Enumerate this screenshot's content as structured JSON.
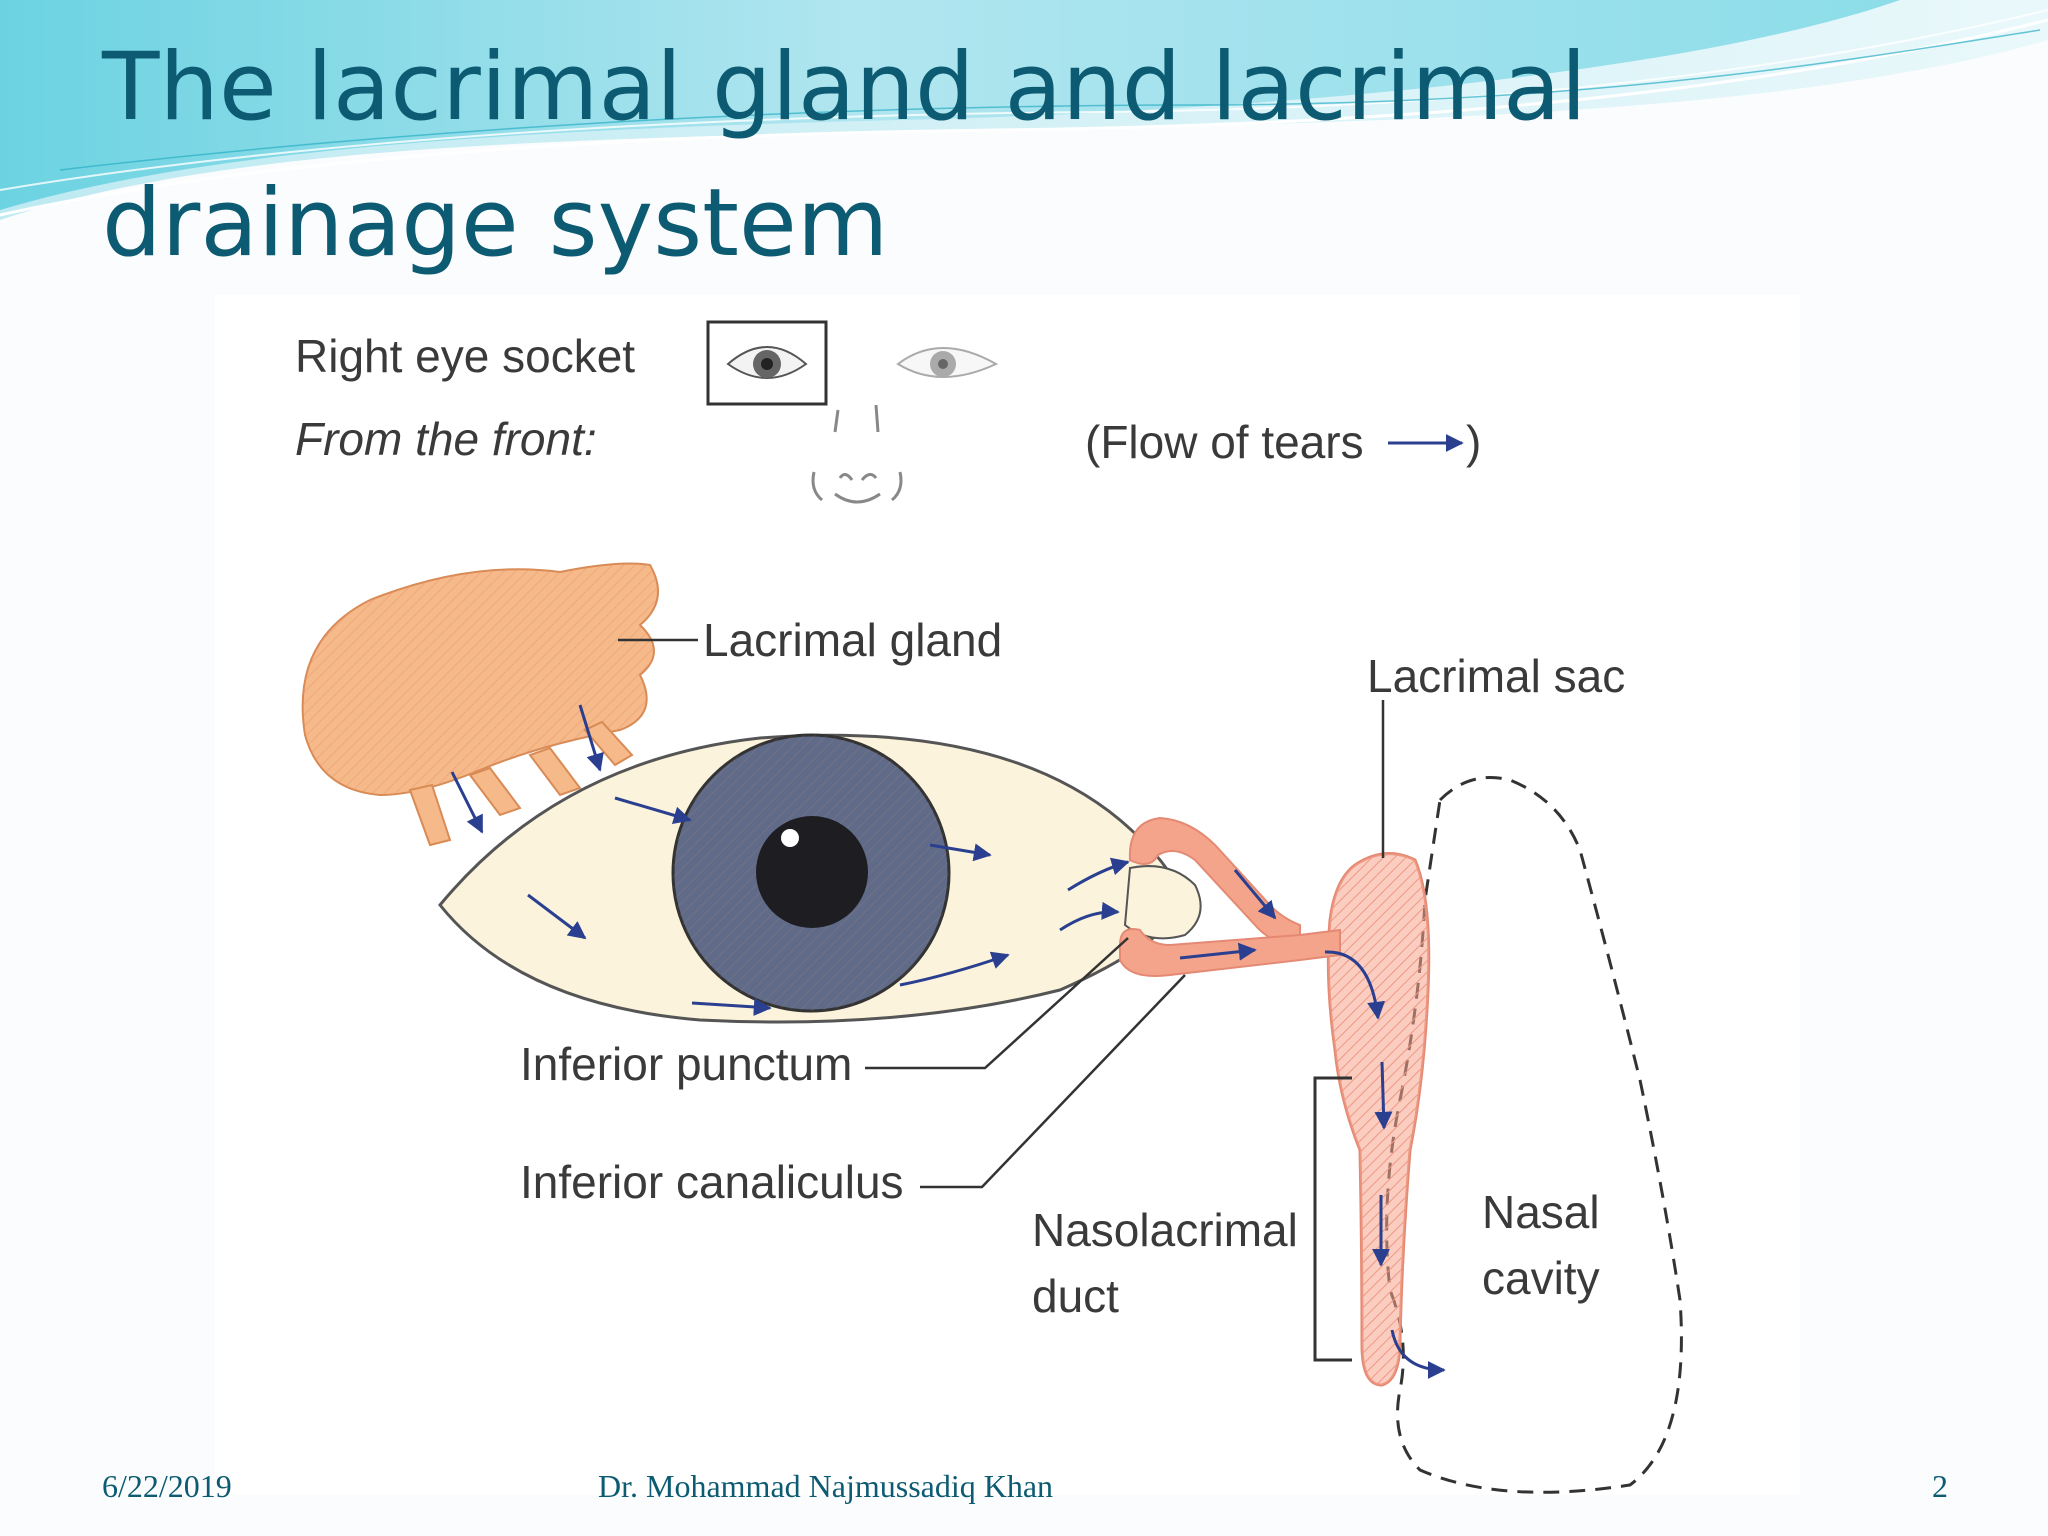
{
  "slide": {
    "title": "The lacrimal gland and lacrimal drainage system",
    "footer": {
      "date": "6/22/2019",
      "author": "Dr. Mohammad Najmussadiq Khan",
      "page_number": "2"
    }
  },
  "figure": {
    "inset_heading_line1": "Right eye socket",
    "inset_heading_line2": "From the front:",
    "flow_legend_text": "(Flow of tears",
    "flow_legend_close": ")",
    "labels": {
      "lacrimal_gland": "Lacrimal gland",
      "lacrimal_sac": "Lacrimal sac",
      "inferior_punctum": "Inferior punctum",
      "inferior_canaliculus": "Inferior canaliculus",
      "nasolacrimal_duct_line1": "Nasolacrimal",
      "nasolacrimal_duct_line2": "duct",
      "nasal_cavity_line1": "Nasal",
      "nasal_cavity_line2": "cavity"
    },
    "colors": {
      "gland": "#f6b98a",
      "duct": "#f5a48c",
      "eye_white": "#fbf3dc",
      "iris": "#5f6b88",
      "pupil": "#1e1e22",
      "arrow": "#2a3f8f",
      "title": "#0d5b72"
    }
  }
}
